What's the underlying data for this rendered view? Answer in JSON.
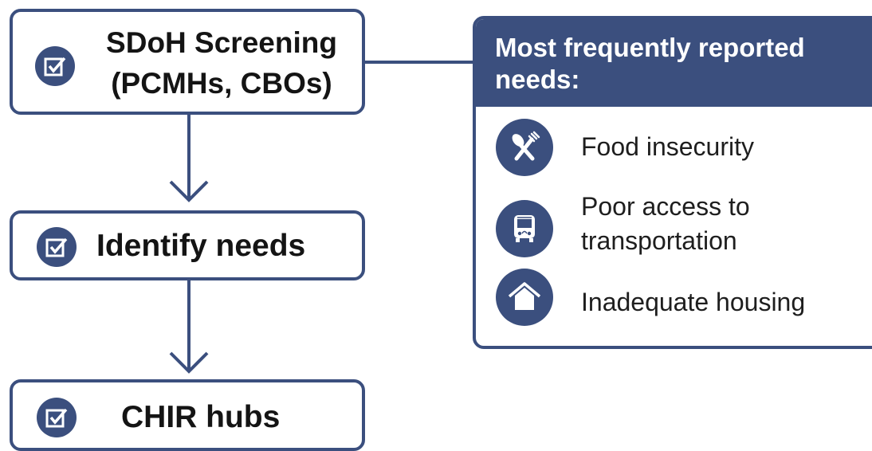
{
  "flow": {
    "steps": [
      {
        "label_line1": "SDoH Screening",
        "label_line2": "(PCMHs, CBOs)",
        "icon": "checkbox-icon"
      },
      {
        "label": "Identify needs",
        "icon": "checkbox-icon"
      },
      {
        "label": "CHIR hubs",
        "icon": "checkbox-icon"
      }
    ]
  },
  "needs_panel": {
    "title": "Most frequently reported needs:",
    "items": [
      {
        "label": "Food insecurity",
        "icon": "fork-knife-icon"
      },
      {
        "label_line1": "Poor access to",
        "label_line2": "transportation",
        "icon": "bus-icon"
      },
      {
        "label": "Inadequate housing",
        "icon": "house-icon"
      }
    ]
  },
  "colors": {
    "accent": "#3b4f7e",
    "background": "#ffffff",
    "text": "#141414"
  }
}
